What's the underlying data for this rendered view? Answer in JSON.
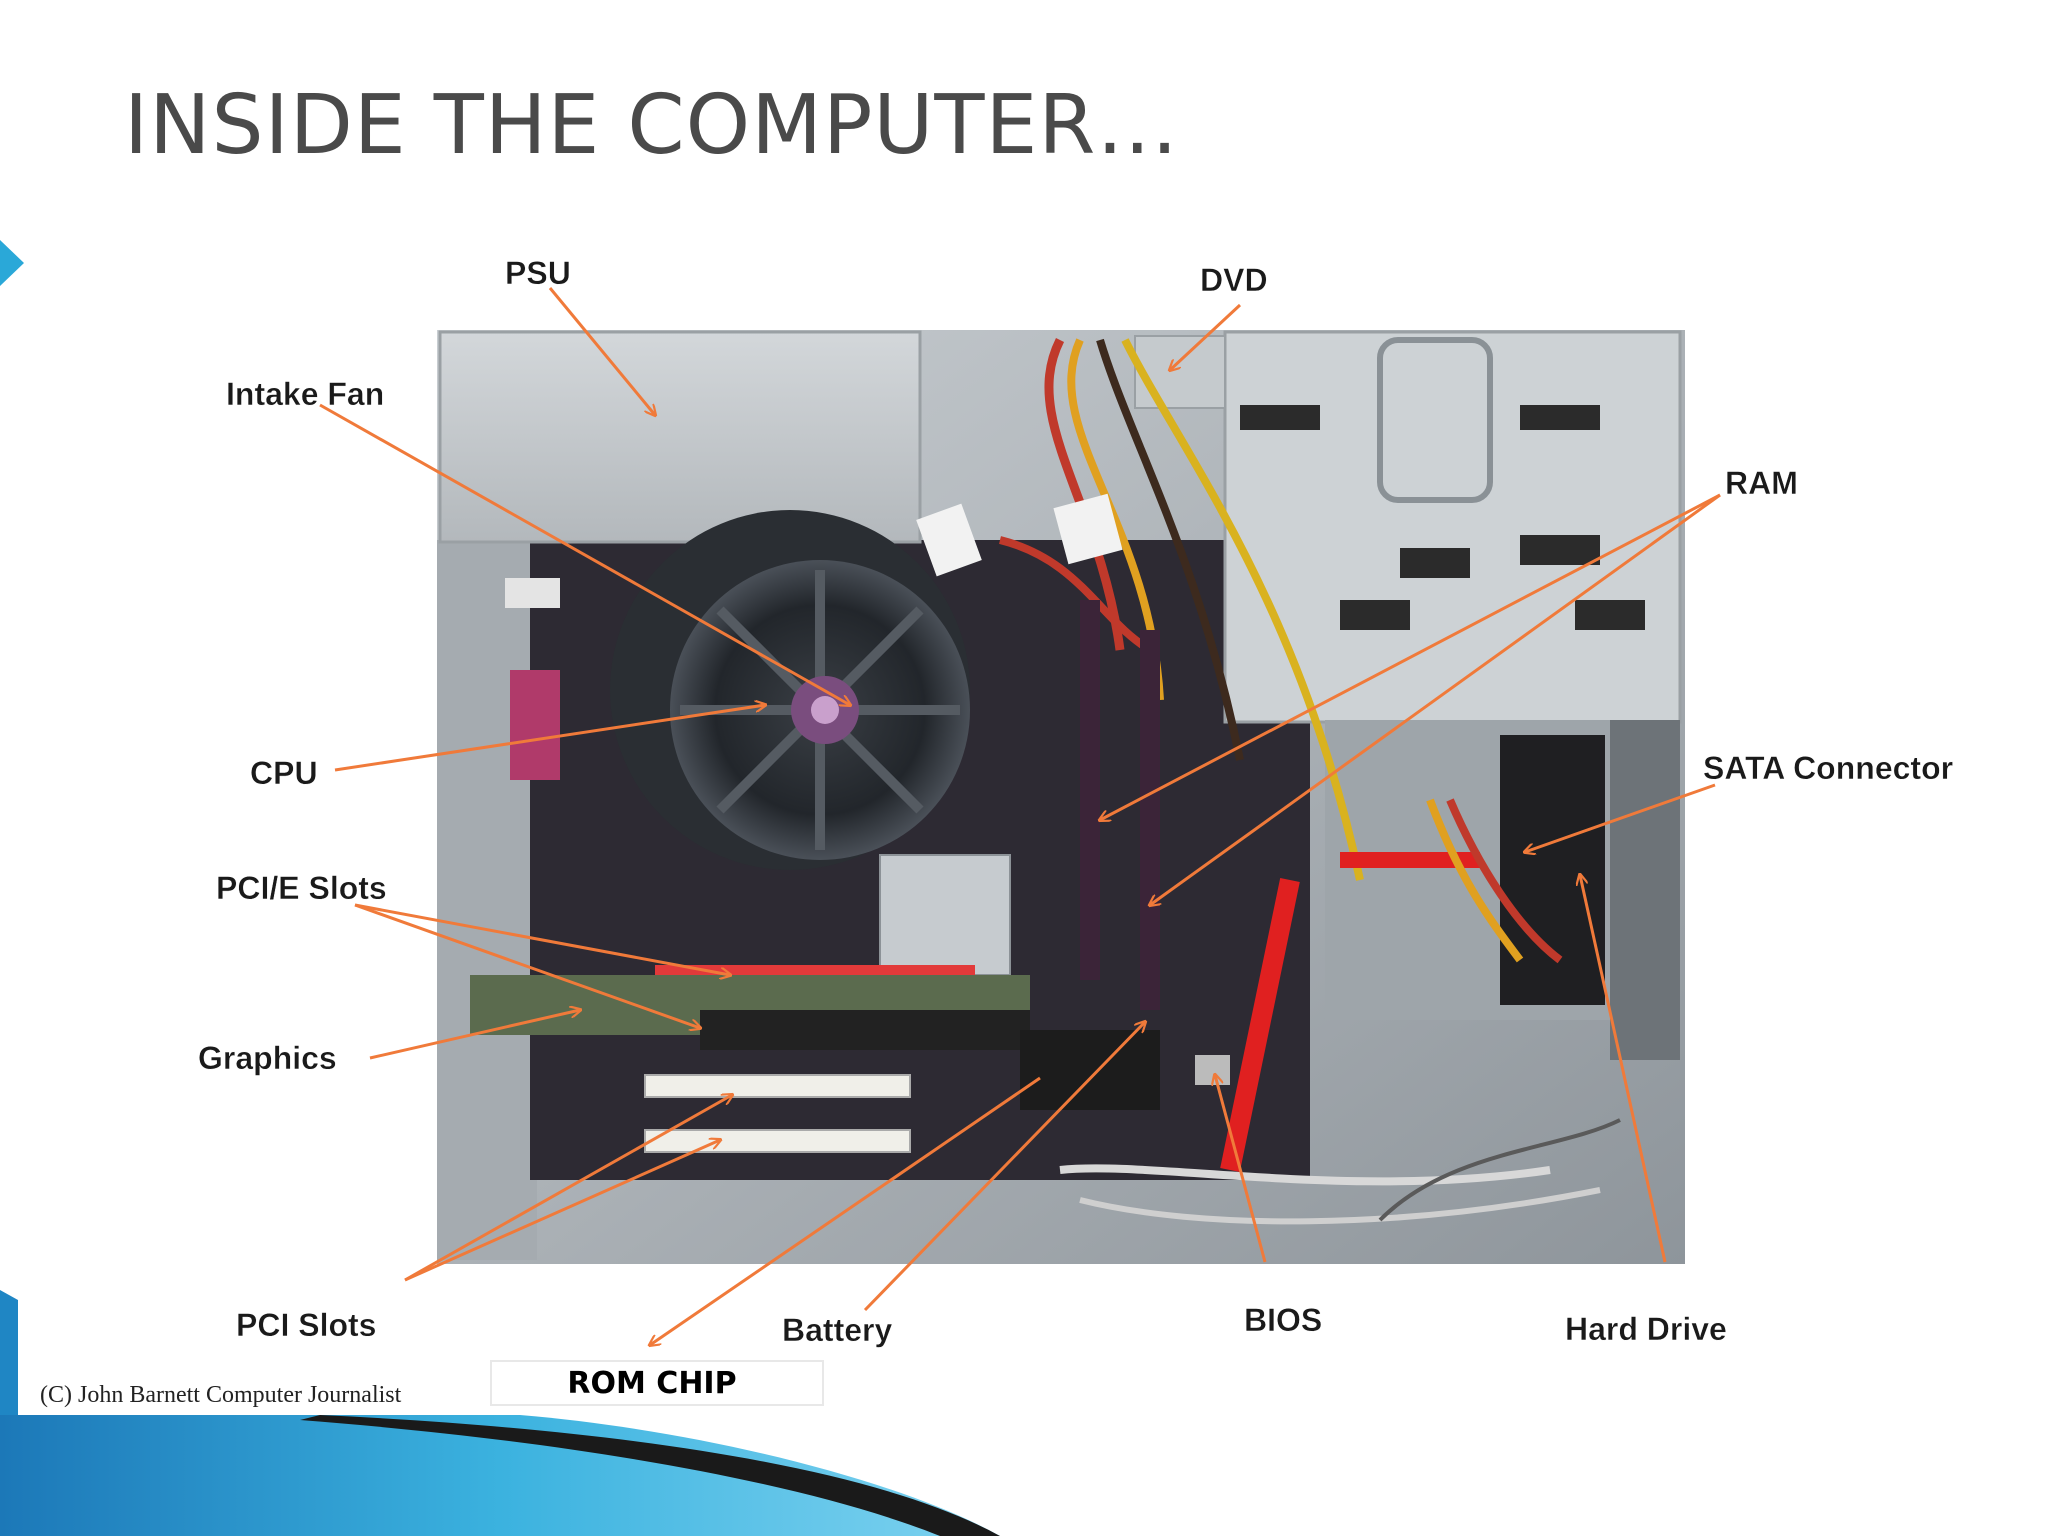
{
  "slide": {
    "title": "INSIDE THE COMPUTER…",
    "credit": "(C) John Barnett Computer Journalist"
  },
  "diagram": {
    "rom_chip_label": "ROM CHIP",
    "labels": {
      "psu": "PSU",
      "dvd": "DVD",
      "intake_fan": "Intake Fan",
      "ram": "RAM",
      "cpu": "CPU",
      "sata_connector": "SATA Connector",
      "pcie_slots": "PCI/E Slots",
      "graphics": "Graphics",
      "pci_slots": "PCI Slots",
      "battery": "Battery",
      "bios": "BIOS",
      "hard_drive": "Hard Drive"
    }
  },
  "colors": {
    "arrow": "#f07a3a",
    "title": "#4a4a4a",
    "accent_blue": "#2aa8d8"
  }
}
